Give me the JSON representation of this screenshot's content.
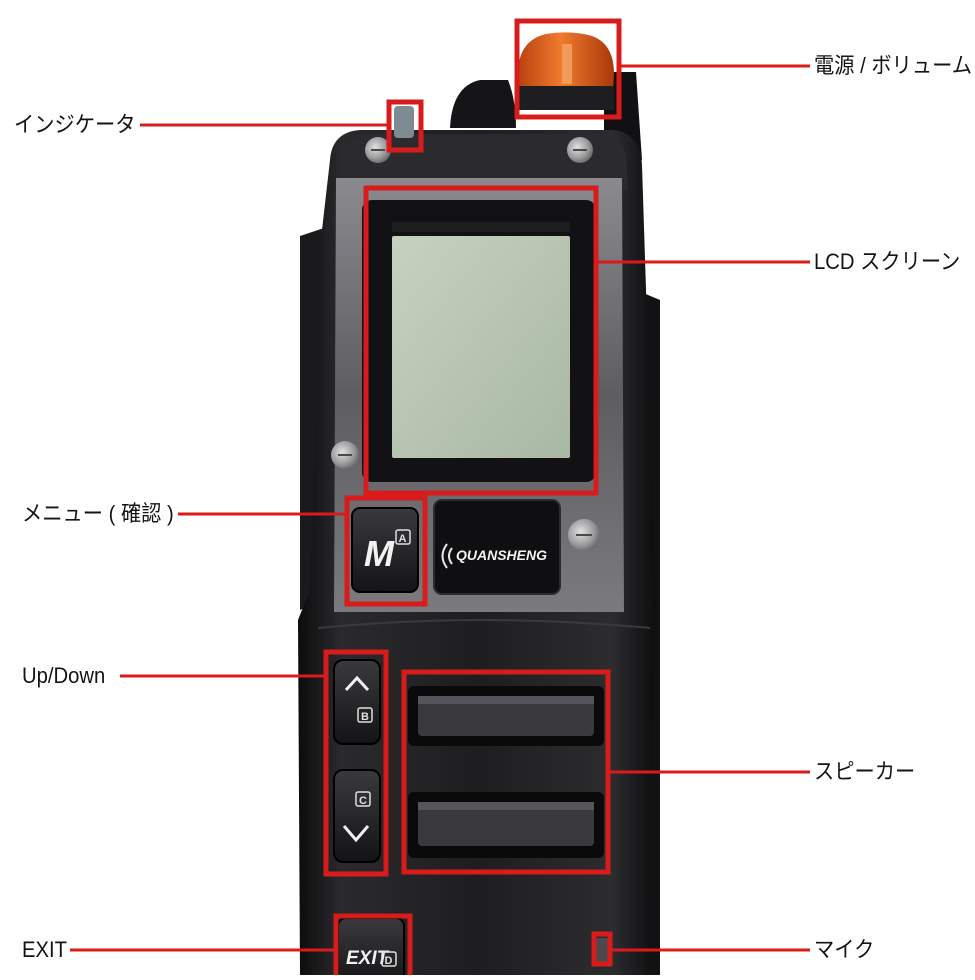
{
  "colors": {
    "annotation": "#d81c1c",
    "radio_body": "#1b1b1d",
    "bezel": "#6e6e72",
    "lcd": "#b9c7b2",
    "knob": "#e8641c",
    "text": "#141414"
  },
  "brand": {
    "logo_text": "QUANSHENG"
  },
  "keys": {
    "menu_letter": "M",
    "menu_sub": "A",
    "up_sub": "B",
    "down_sub": "C",
    "exit_text": "EXIT",
    "exit_sub": "D"
  },
  "labels": {
    "power_volume": "電源 / ボリューム",
    "indicator": "インジケータ",
    "lcd_screen": "LCD スクリーン",
    "menu_confirm": "メニュー ( 確認 )",
    "up_down": "Up/Down",
    "speaker": "スピーカー",
    "exit": "EXIT",
    "mic": "マイク"
  },
  "icons": [
    "up-chevron-icon",
    "down-chevron-icon",
    "wave-icon",
    "screw-icon"
  ]
}
